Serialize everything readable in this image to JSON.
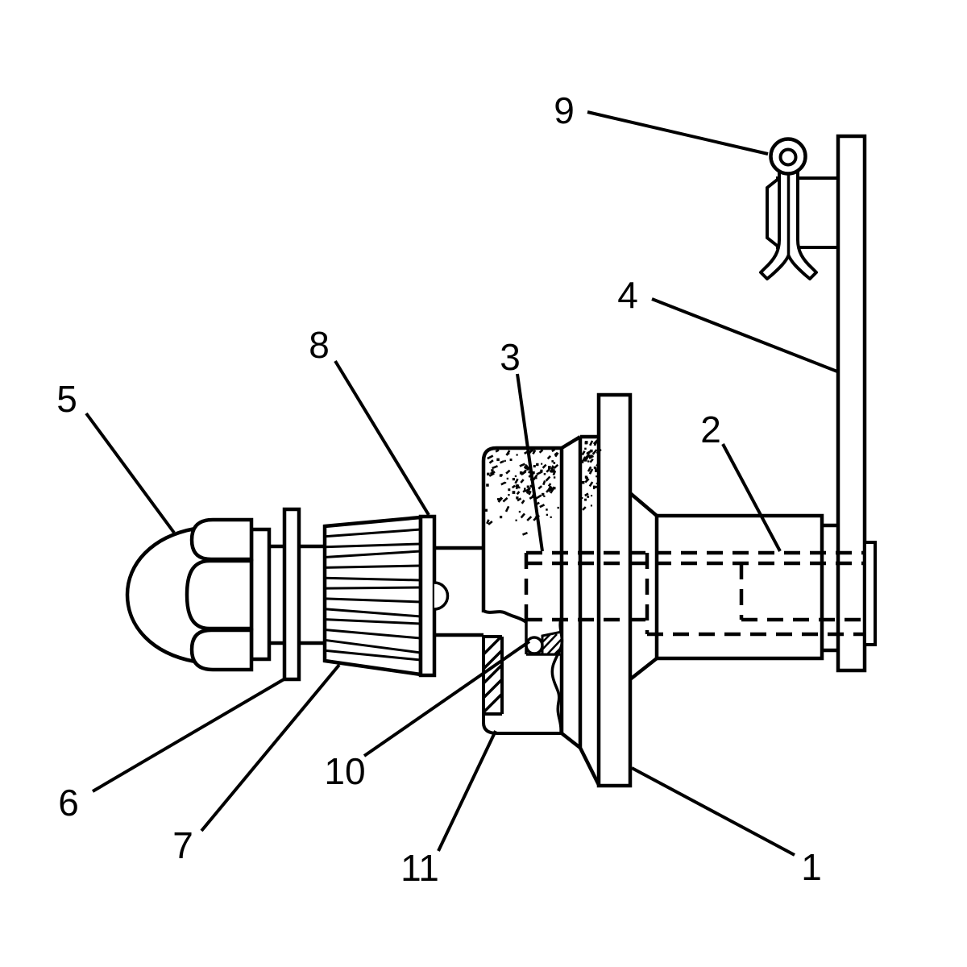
{
  "figure": {
    "kind": "patent-style technical line drawing",
    "description": "Sectional side view of a shaft/valve assembly with numbered part callouts",
    "background_color": "#ffffff",
    "line_color": "#000000"
  },
  "callouts": [
    {
      "number": "1",
      "part": "mounting-flange-plate"
    },
    {
      "number": "2",
      "part": "body-block"
    },
    {
      "number": "3",
      "part": "internal-stem-hidden-lines"
    },
    {
      "number": "4",
      "part": "side-plate"
    },
    {
      "number": "5",
      "part": "acorn-cap-nut"
    },
    {
      "number": "6",
      "part": "washer"
    },
    {
      "number": "7",
      "part": "knurled-cone-lower"
    },
    {
      "number": "8",
      "part": "knurled-cone-upper"
    },
    {
      "number": "9",
      "part": "cotter-pin"
    },
    {
      "number": "10",
      "part": "detent-ball-seal"
    },
    {
      "number": "11",
      "part": "retaining-nut"
    }
  ]
}
